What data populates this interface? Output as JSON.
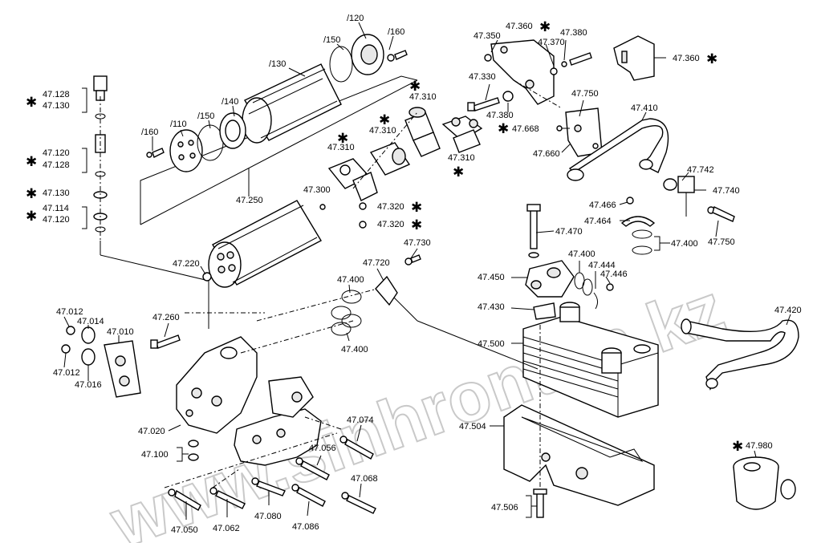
{
  "watermark": "www.sinhronton.kz",
  "labels": {
    "l120": "/120",
    "l150a": "/150",
    "l160a": "/160",
    "l130": "/130",
    "l160b": "/160",
    "l110": "/110",
    "l150b": "/150",
    "l140": "/140",
    "l47250": "47.250",
    "l47128a": "47.128",
    "l47130a": "47.130",
    "l47120a": "47.120",
    "l47128b": "47.128",
    "l47130b": "47.130",
    "l47114": "47.114",
    "l47120b": "47.120",
    "l47310a": "47.310",
    "l47310b": "47.310",
    "l47310c": "47.310",
    "l47310d": "47.310",
    "l47300": "47.300",
    "l47320a": "47.320",
    "l47320b": "47.320",
    "l47350": "47.350",
    "l47360a": "47.360",
    "l47370": "47.370",
    "l47380a": "47.380",
    "l47330": "47.330",
    "l47380b": "47.380",
    "l47360b": "47.360",
    "l47750a": "47.750",
    "l47668": "47.668",
    "l47660": "47.660",
    "l47410": "47.410",
    "l47742": "47.742",
    "l47740": "47.740",
    "l47466": "47.466",
    "l47464": "47.464",
    "l47470": "47.470",
    "l47400a": "47.400",
    "l47750b": "47.750",
    "l47730": "47.730",
    "l47720": "47.720",
    "l47400b": "47.400",
    "l47400c": "47.400",
    "l47444": "47.444",
    "l47446": "47.446",
    "l47450": "47.450",
    "l47430": "47.430",
    "l47500": "47.500",
    "l47420": "47.420",
    "l47400d": "47.400",
    "l47220": "47.220",
    "l47012a": "47.012",
    "l47014": "47.014",
    "l47010": "47.010",
    "l47260": "47.260",
    "l47012b": "47.012",
    "l47016": "47.016",
    "l47020": "47.020",
    "l47100": "47.100",
    "l47074": "47.074",
    "l47056": "47.056",
    "l47068": "47.068",
    "l47050": "47.050",
    "l47062": "47.062",
    "l47080": "47.080",
    "l47086": "47.086",
    "l47504": "47.504",
    "l47506": "47.506",
    "l47980": "47.980"
  },
  "star_symbol": "✱"
}
